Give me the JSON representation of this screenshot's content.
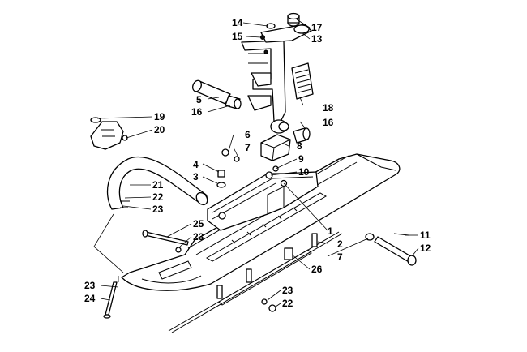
{
  "callouts": [
    {
      "id": "c1",
      "label": "1"
    },
    {
      "id": "c2",
      "label": "2"
    },
    {
      "id": "c3",
      "label": "3"
    },
    {
      "id": "c4",
      "label": "4"
    },
    {
      "id": "c5",
      "label": "5"
    },
    {
      "id": "c6",
      "label": "6"
    },
    {
      "id": "c7a",
      "label": "7"
    },
    {
      "id": "c7b",
      "label": "7"
    },
    {
      "id": "c8",
      "label": "8"
    },
    {
      "id": "c9",
      "label": "9"
    },
    {
      "id": "c10",
      "label": "10"
    },
    {
      "id": "c11",
      "label": "11"
    },
    {
      "id": "c12",
      "label": "12"
    },
    {
      "id": "c13",
      "label": "13"
    },
    {
      "id": "c14",
      "label": "14"
    },
    {
      "id": "c15",
      "label": "15"
    },
    {
      "id": "c16a",
      "label": "16"
    },
    {
      "id": "c16b",
      "label": "16"
    },
    {
      "id": "c17",
      "label": "17"
    },
    {
      "id": "c18",
      "label": "18"
    },
    {
      "id": "c19",
      "label": "19"
    },
    {
      "id": "c20",
      "label": "20"
    },
    {
      "id": "c21",
      "label": "21"
    },
    {
      "id": "c22a",
      "label": "22"
    },
    {
      "id": "c22b",
      "label": "22"
    },
    {
      "id": "c23a",
      "label": "23"
    },
    {
      "id": "c23b",
      "label": "23"
    },
    {
      "id": "c23c",
      "label": "23"
    },
    {
      "id": "c23d",
      "label": "23"
    },
    {
      "id": "c24",
      "label": "24"
    },
    {
      "id": "c25",
      "label": "25"
    },
    {
      "id": "c26",
      "label": "26"
    }
  ]
}
